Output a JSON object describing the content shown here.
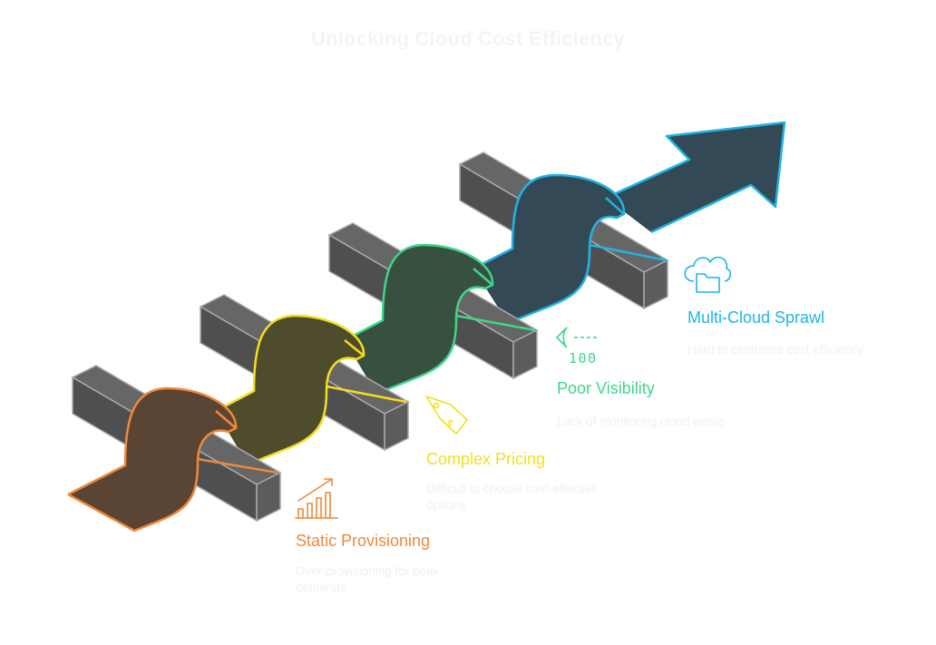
{
  "title": "Unlocking Cloud Cost Efficiency",
  "stages": [
    {
      "label": "Static Provisioning",
      "description": "Over-provisioning for peak demands",
      "color": "#f0893a",
      "icon": "bar-chart-trend-icon"
    },
    {
      "label": "Complex Pricing",
      "description": "Difficult to choose cost-effective options",
      "color": "#f2e01c",
      "icon": "price-tag-icon"
    },
    {
      "label": "Poor Visibility",
      "description": "Lack of monitoring cloud waste",
      "color": "#3fd68a",
      "icon": "eye-metric-icon",
      "icon_text": "100"
    },
    {
      "label": "Multi-Cloud Sprawl",
      "description": "Hard to centralise cost efficiency",
      "color": "#1fb4e6",
      "icon": "cloud-folder-icon"
    }
  ]
}
